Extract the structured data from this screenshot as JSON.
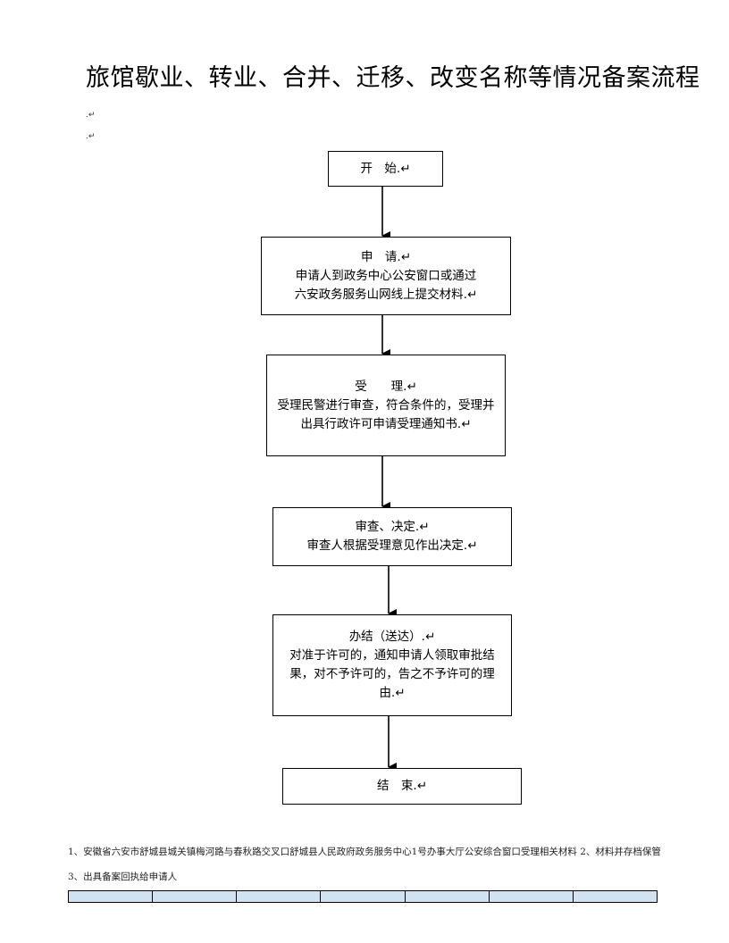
{
  "title": "旅馆歇业、转业、合并、迁移、改变名称等情况备案流程",
  "para_marks": [
    ".↵",
    ".↵"
  ],
  "flow": {
    "start": {
      "label": "开　始.↵"
    },
    "apply": {
      "head": "申　请.↵",
      "line1": "申请人到政务中心公安窗口或通过",
      "line2": "六安政务服务山网线上提交材料.↵"
    },
    "accept": {
      "head": "受　　理.↵",
      "body": "受理民警进行审查，符合条件的，受理并出具行政许可申请受理通知书.↵"
    },
    "review": {
      "head": "审查、决定.↵",
      "line1": "审查人根据受理意见作出决定.↵"
    },
    "finish": {
      "head": "办结（送达）.↵",
      "body": "对准于许可的，通知申请人领取审批结果，对不予许可的，告之不予许可的理由.↵"
    },
    "end": {
      "label": "结　束.↵"
    }
  },
  "footer_text": "1、安徽省六安市舒城县城关镇梅河路与春秋路交叉口舒城县人民政府政务服务中心1号办事大厅公安综合窗口受理相关材料 2、材料并存档保管 3、出具备案回执给申请人",
  "table": {
    "columns": 7
  }
}
